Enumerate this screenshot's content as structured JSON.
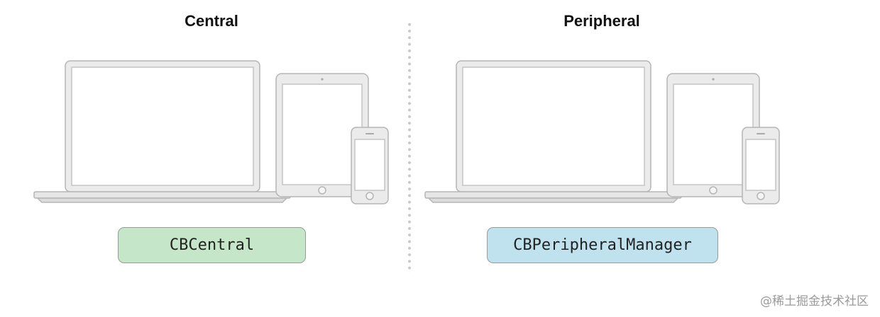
{
  "central": {
    "heading": "Central",
    "class_name": "CBCentral",
    "box_color": "#c6e6c9"
  },
  "peripheral": {
    "heading": "Peripheral",
    "class_name": "CBPeripheralManager",
    "box_color": "#bfe2ee"
  },
  "devices": [
    "laptop",
    "tablet",
    "phone"
  ],
  "watermark": "@稀土掘金技术社区"
}
